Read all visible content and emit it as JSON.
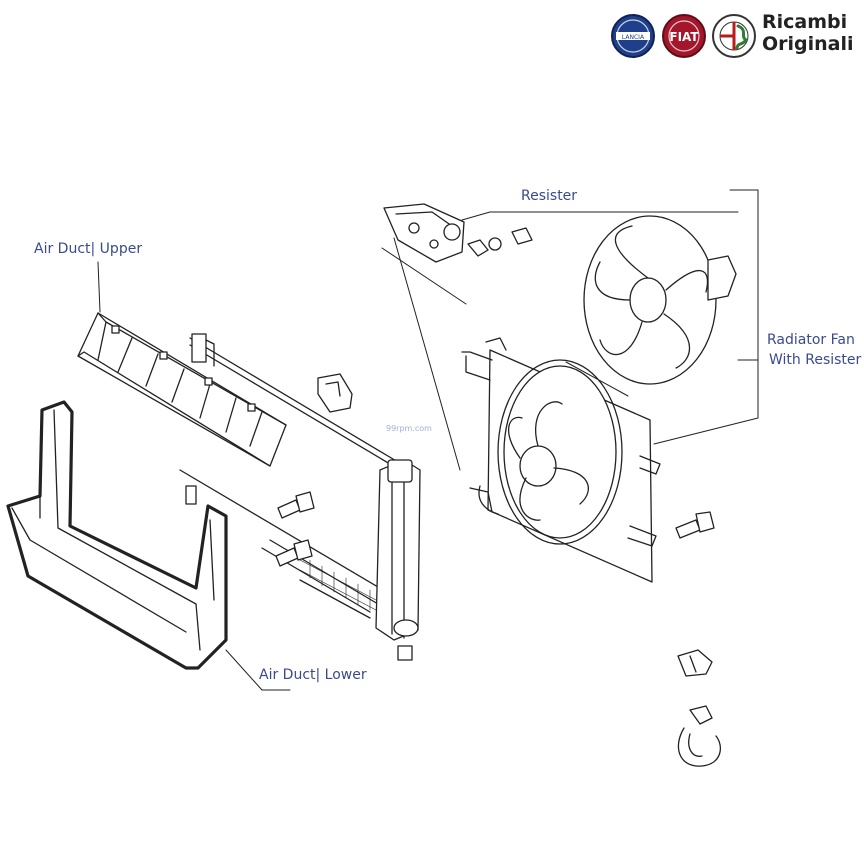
{
  "brand": {
    "logos": [
      "lancia-badge",
      "fiat-badge",
      "alfa-romeo-badge"
    ],
    "line1": "Ricambi",
    "line2": "Originali"
  },
  "watermark": "99rpm.com",
  "callouts": {
    "resister": "Resister",
    "air_duct_upper": "Air Duct| Upper",
    "radiator_fan_line1": "Radiator Fan",
    "radiator_fan_line2": "With Resister",
    "air_duct_lower": "Air Duct| Lower"
  },
  "colors": {
    "callout_text": "#3b4a8f",
    "line_art": "#222222",
    "lancia_blue": "#1f3f8a",
    "fiat_red": "#a3162b",
    "alfa_green": "#2e7d32"
  }
}
